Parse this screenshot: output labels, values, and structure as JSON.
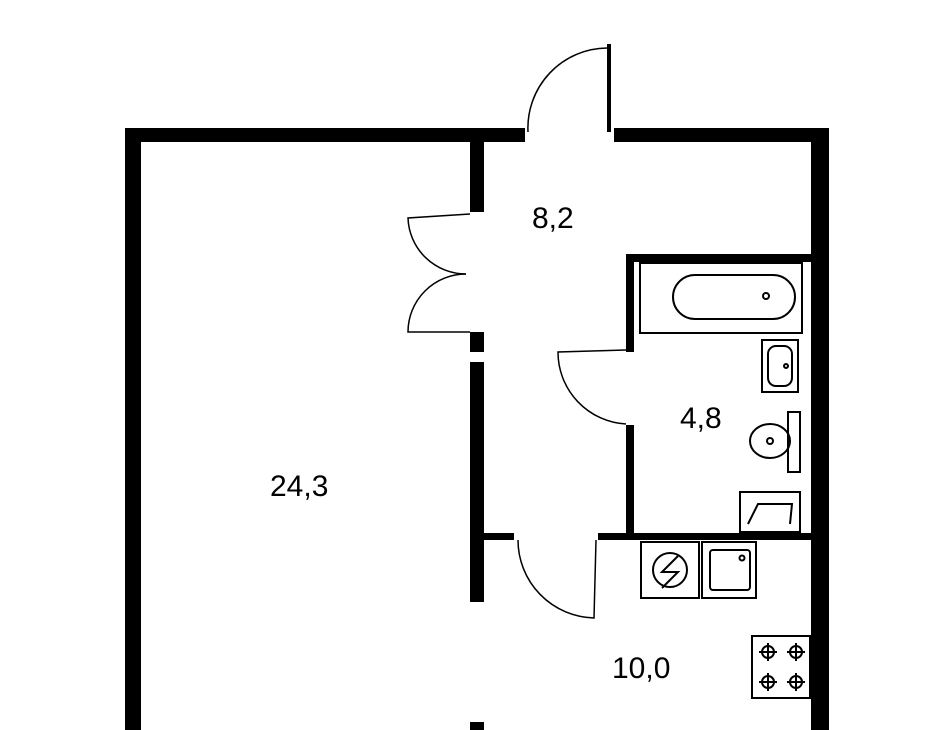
{
  "floor_plan": {
    "rooms": [
      {
        "id": "living-room",
        "area": "24,3"
      },
      {
        "id": "hallway",
        "area": "8,2"
      },
      {
        "id": "bathroom",
        "area": "4,8"
      },
      {
        "id": "kitchen",
        "area": "10,0"
      }
    ],
    "fixtures": [
      "bathtub",
      "sink",
      "toilet",
      "washing-machine",
      "kitchen-sink",
      "appliance",
      "stove"
    ],
    "colors": {
      "walls": "#000000",
      "background": "#ffffff"
    }
  }
}
